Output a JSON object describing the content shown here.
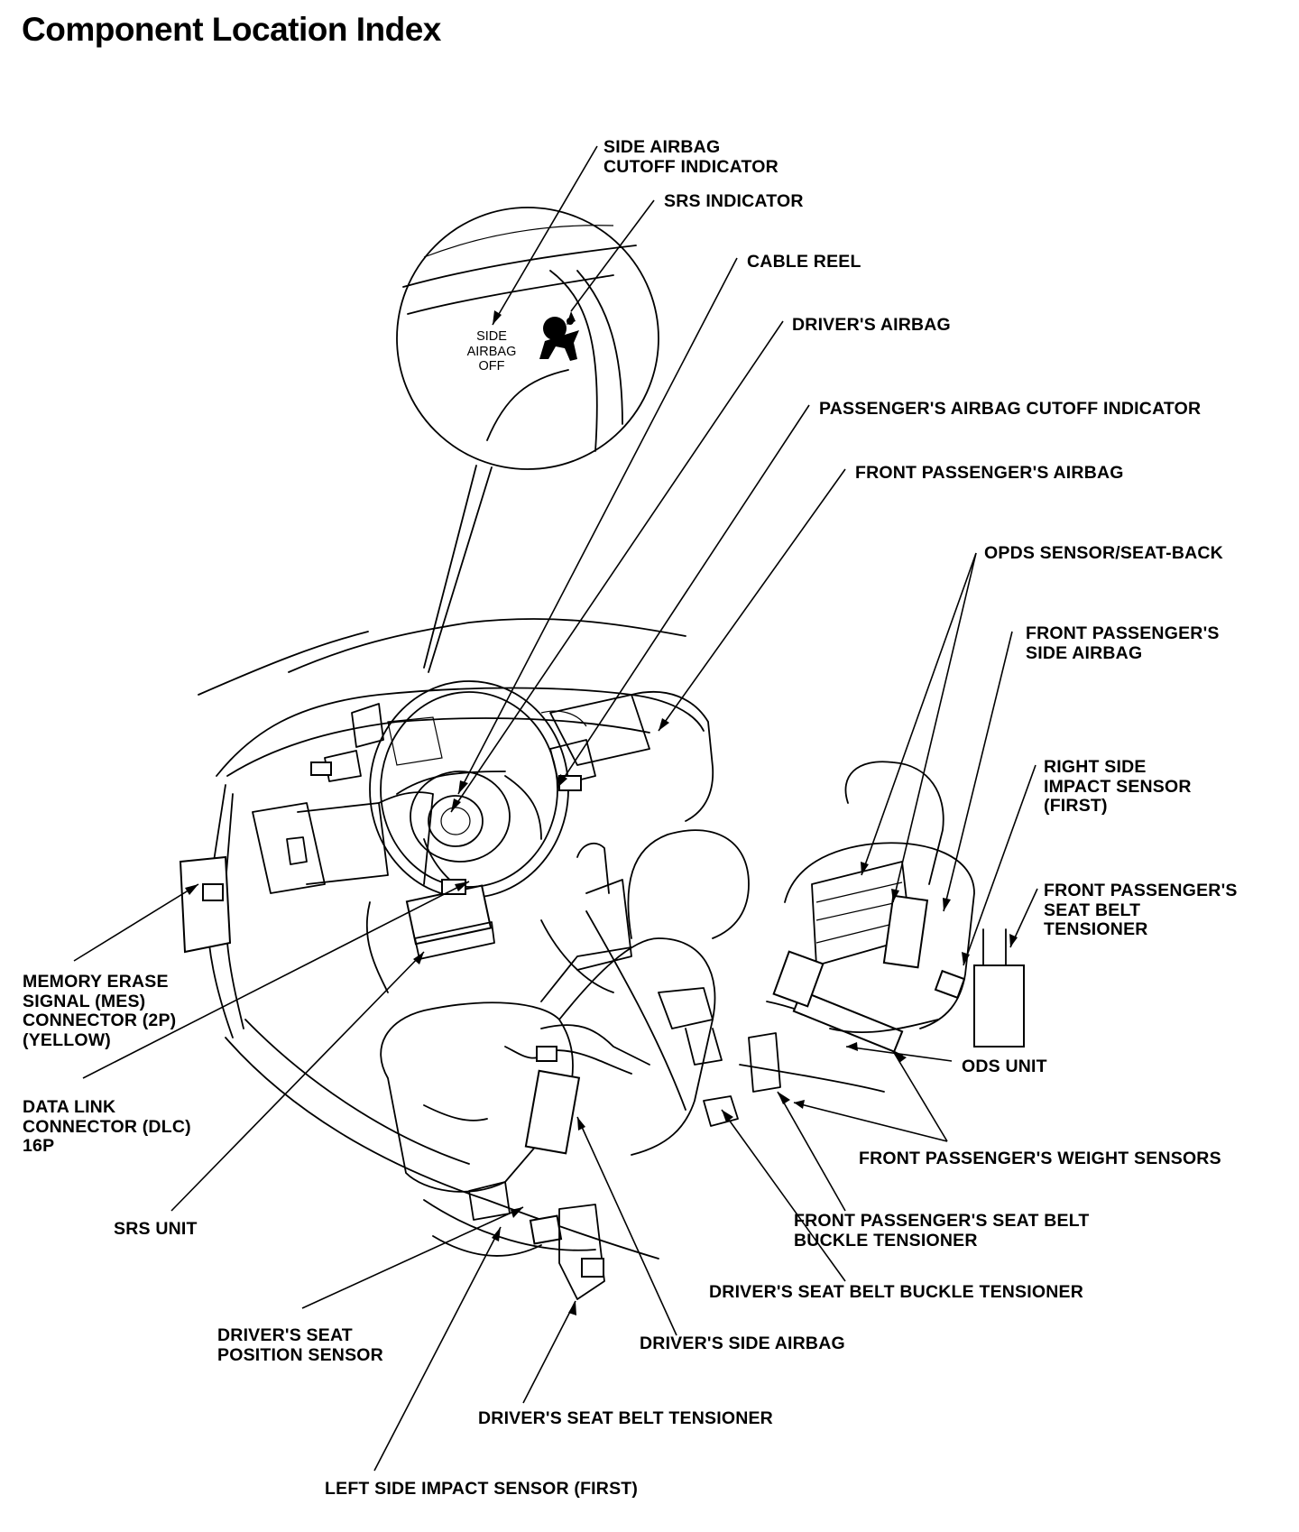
{
  "title": "Component Location Index",
  "inset": {
    "indicator_lines": [
      "SIDE",
      "AIRBAG",
      "OFF"
    ]
  },
  "labels": {
    "side_airbag_cutoff_indicator": [
      "SIDE AIRBAG",
      "CUTOFF INDICATOR"
    ],
    "srs_indicator": [
      "SRS INDICATOR"
    ],
    "cable_reel": [
      "CABLE REEL"
    ],
    "drivers_airbag": [
      "DRIVER'S AIRBAG"
    ],
    "passengers_airbag_cutoff_indicator": [
      "PASSENGER'S AIRBAG CUTOFF INDICATOR"
    ],
    "front_passengers_airbag": [
      "FRONT PASSENGER'S AIRBAG"
    ],
    "opds_sensor": [
      "OPDS SENSOR/SEAT-BACK"
    ],
    "front_passengers_side_airbag": [
      "FRONT PASSENGER'S",
      "SIDE AIRBAG"
    ],
    "right_side_impact_sensor": [
      "RIGHT SIDE",
      "IMPACT SENSOR",
      "(FIRST)"
    ],
    "front_passengers_seat_belt_tensioner": [
      "FRONT PASSENGER'S",
      "SEAT BELT",
      "TENSIONER"
    ],
    "mes_connector": [
      "MEMORY ERASE",
      "SIGNAL (MES)",
      "CONNECTOR (2P)",
      "(YELLOW)"
    ],
    "ods_unit": [
      "ODS UNIT"
    ],
    "dlc": [
      "DATA LINK",
      "CONNECTOR (DLC)",
      "16P"
    ],
    "front_passengers_weight_sensors": [
      "FRONT PASSENGER'S WEIGHT SENSORS"
    ],
    "srs_unit": [
      "SRS UNIT"
    ],
    "front_passengers_buckle_tensioner": [
      "FRONT PASSENGER'S SEAT BELT",
      "BUCKLE TENSIONER"
    ],
    "drivers_buckle_tensioner": [
      "DRIVER'S SEAT BELT BUCKLE TENSIONER"
    ],
    "drivers_seat_position_sensor": [
      "DRIVER'S SEAT",
      "POSITION SENSOR"
    ],
    "drivers_side_airbag": [
      "DRIVER'S SIDE AIRBAG"
    ],
    "drivers_seat_belt_tensioner": [
      "DRIVER'S SEAT BELT TENSIONER"
    ],
    "left_side_impact_sensor": [
      "LEFT SIDE IMPACT SENSOR (FIRST)"
    ]
  }
}
